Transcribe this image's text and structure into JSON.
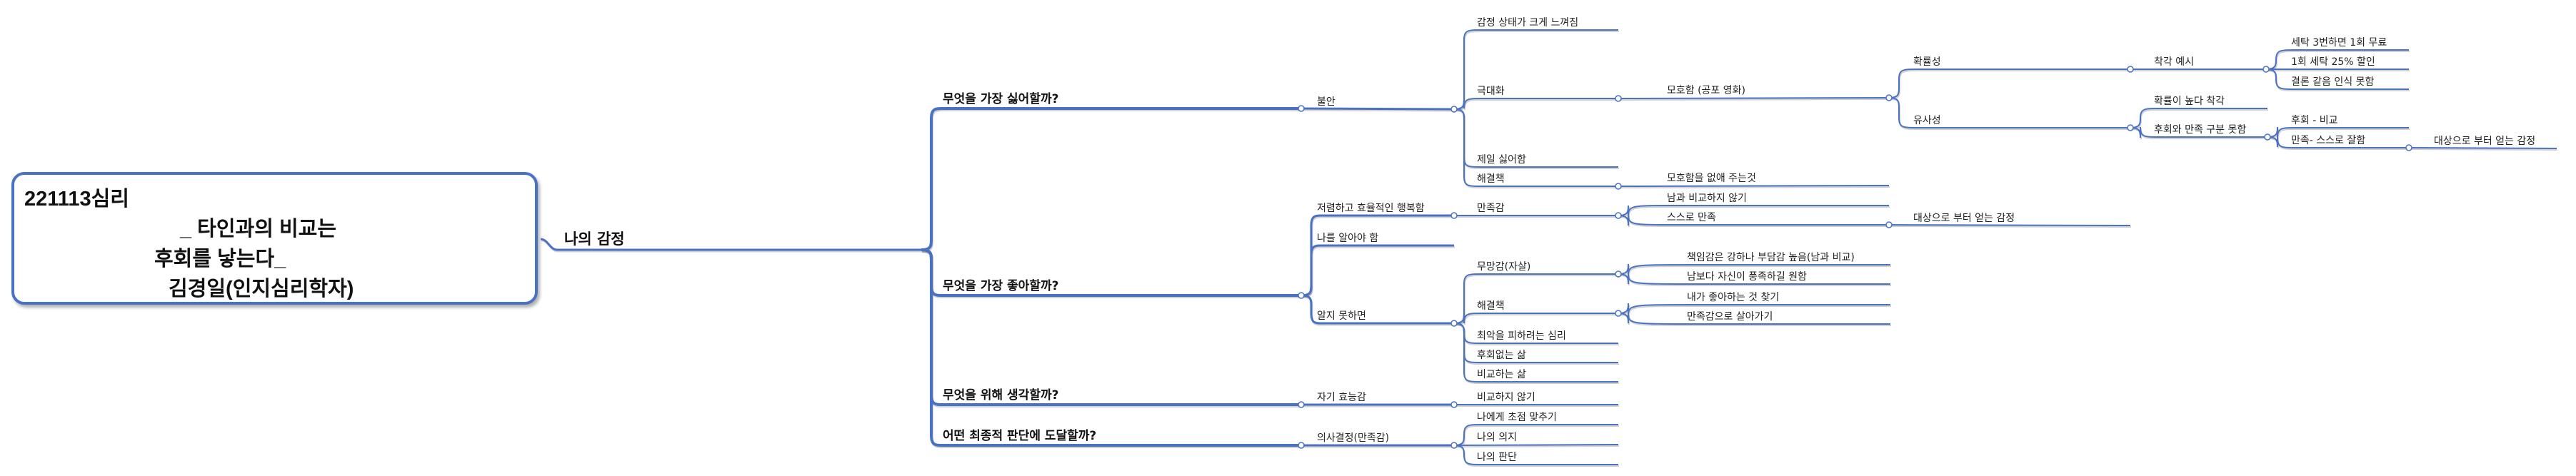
{
  "root": {
    "lines": [
      "221113심리",
      "_ 타인과의 비교는",
      "후회를 낳는다_",
      "김경일(인지심리학자)"
    ]
  },
  "colors": {
    "line": "#4a72c4",
    "text": "#222222"
  },
  "map": {
    "label": "나의 감정",
    "children": [
      {
        "label": "무엇을 가장 싫어할까?",
        "children": [
          {
            "label": "불안",
            "children": [
              {
                "label": "감정 상태가 크게 느껴짐"
              },
              {
                "label": "극대화",
                "children": [
                  {
                    "label": "모호함 (공포 영화)",
                    "children": [
                      {
                        "label": "확률성",
                        "children": [
                          {
                            "label": "착각 예시",
                            "children": [
                              {
                                "label": "세탁 3번하면 1회 무료"
                              },
                              {
                                "label": "1회 세탁 25% 할인"
                              },
                              {
                                "label": "결론 같음 인식 못함"
                              }
                            ]
                          }
                        ]
                      },
                      {
                        "label": "유사성",
                        "children": [
                          {
                            "label": "확률이 높다 착각"
                          },
                          {
                            "label": "후회와 만족 구분 못함",
                            "children": [
                              {
                                "label": "후회 - 비교"
                              },
                              {
                                "label": "만족- 스스로 잘함",
                                "children": [
                                  {
                                    "label": "대상으로 부터 얻는 감정"
                                  }
                                ]
                              }
                            ]
                          }
                        ]
                      }
                    ]
                  }
                ]
              },
              {
                "label": "제일 싫어함"
              },
              {
                "label": "해결책",
                "children": [
                  {
                    "label": "모호함을 없애 주는것"
                  }
                ]
              }
            ]
          }
        ]
      },
      {
        "label": "무엇을 가장 좋아할까?",
        "children": [
          {
            "label": "저렴하고 효율적인 행복함",
            "children": [
              {
                "label": "만족감",
                "children": [
                  {
                    "label": "남과 비교하지 않기"
                  },
                  {
                    "label": "스스로 만족",
                    "children": [
                      {
                        "label": "대상으로 부터 얻는 감정"
                      }
                    ]
                  }
                ]
              }
            ]
          },
          {
            "label": "나를 알아야 함"
          },
          {
            "label": "알지 못하면",
            "children": [
              {
                "label": "무망감(자살)",
                "children": [
                  {
                    "label": "책임감은 강하나 부담감 높음(남과 비교)"
                  },
                  {
                    "label": "남보다 자신이 풍족하길 원함"
                  }
                ]
              },
              {
                "label": "해결책",
                "children": [
                  {
                    "label": "내가 좋아하는 것 찾기"
                  },
                  {
                    "label": "만족감으로 살아가기"
                  }
                ]
              },
              {
                "label": "최악을 피하려는 심리"
              },
              {
                "label": "후회없는 삶"
              },
              {
                "label": "비교하는 삶"
              }
            ]
          }
        ]
      },
      {
        "label": "무엇을 위해 생각할까?",
        "children": [
          {
            "label": "자기 효능감",
            "children": [
              {
                "label": "비교하지 않기"
              }
            ]
          }
        ]
      },
      {
        "label": "어떤 최종적 판단에 도달할까?",
        "children": [
          {
            "label": "의사결정(만족감)",
            "children": [
              {
                "label": "나에게 초점 맞추기"
              },
              {
                "label": "나의 의지"
              },
              {
                "label": "나의 판단"
              }
            ]
          }
        ]
      }
    ]
  }
}
